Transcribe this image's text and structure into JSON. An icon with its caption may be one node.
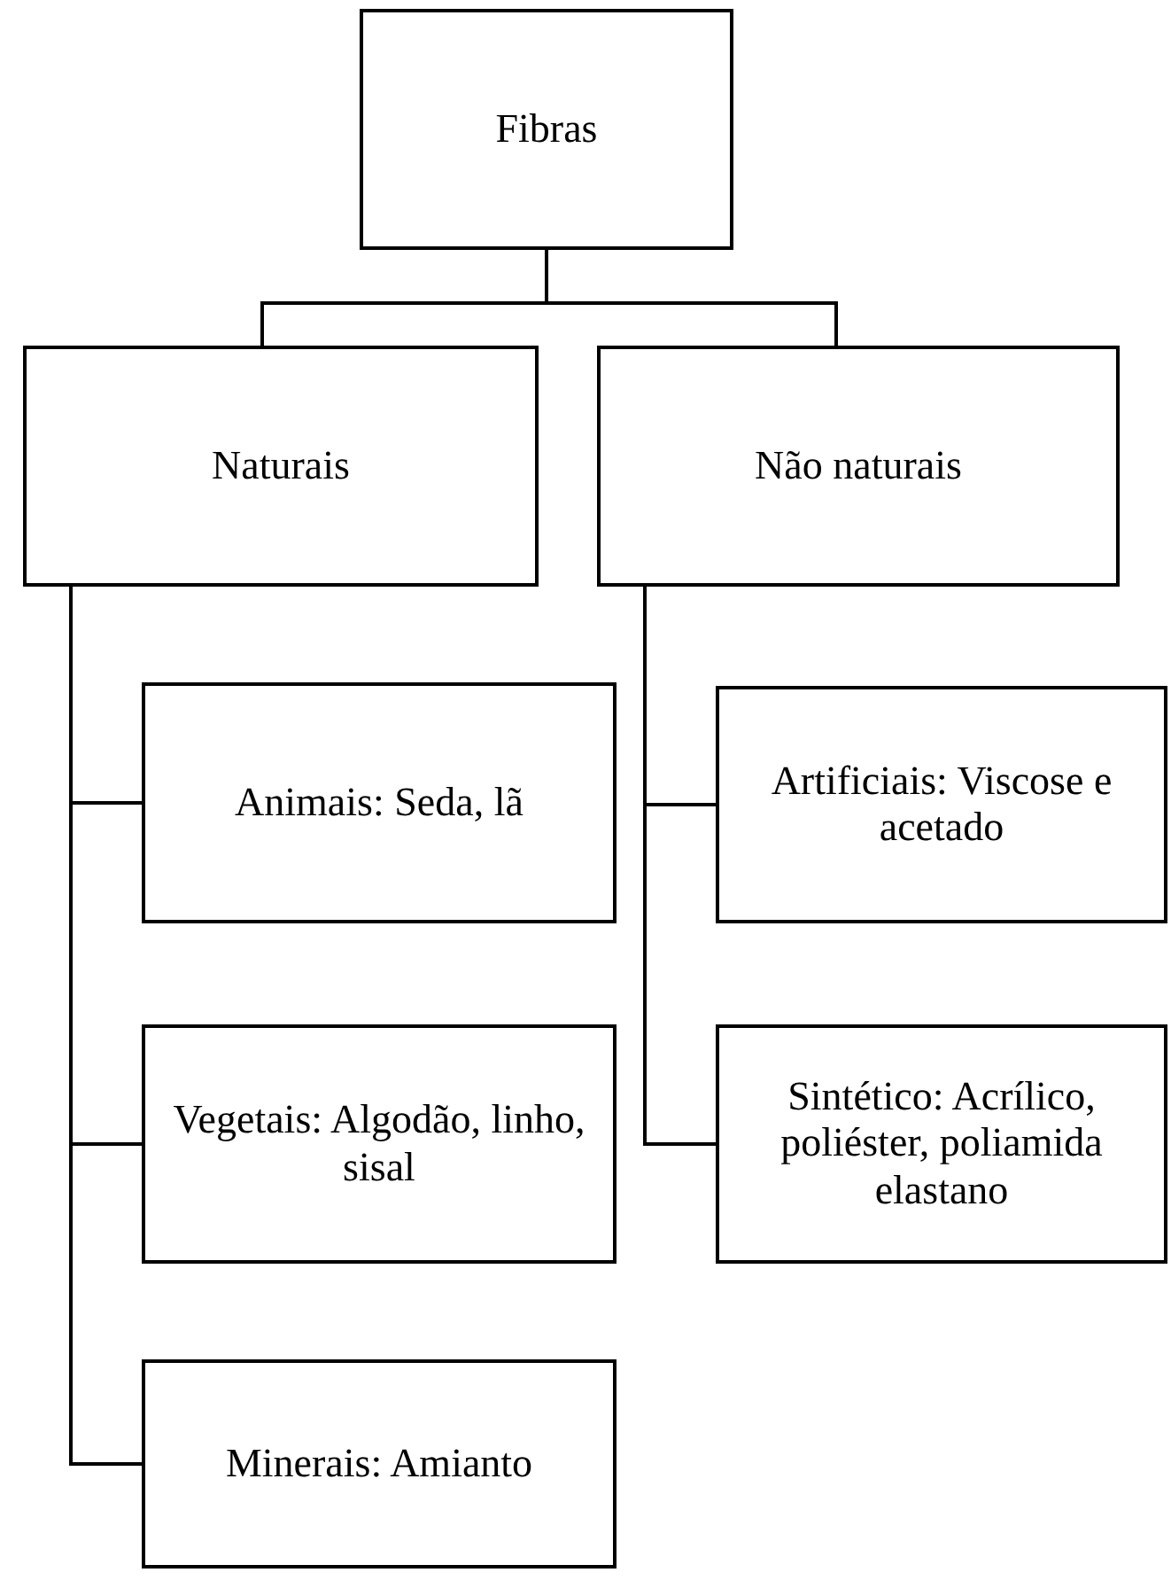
{
  "diagram": {
    "nodes": [
      {
        "text": [
          "Fibras"
        ]
      },
      {
        "text": [
          "Naturais"
        ]
      },
      {
        "text": [
          "Não naturais"
        ]
      },
      {
        "text": [
          "Animais: Seda, lã"
        ]
      },
      {
        "text": [
          "Vegetais: Algodão, linho, sisal"
        ]
      },
      {
        "text": [
          "Minerais: Amianto"
        ]
      },
      {
        "text": [
          "Artificiais: Viscose e acetado"
        ]
      },
      {
        "text": [
          "Sintético: Acrílico, poliéster, poliamida elastano"
        ]
      }
    ],
    "edges": [
      {
        "from": 0,
        "to": 1,
        "arrow": "none"
      },
      {
        "from": 0,
        "to": 2,
        "arrow": "none"
      },
      {
        "from": 1,
        "to": 3,
        "arrow": "none"
      },
      {
        "from": 1,
        "to": 4,
        "arrow": "none"
      },
      {
        "from": 1,
        "to": 5,
        "arrow": "none"
      },
      {
        "from": 2,
        "to": 6,
        "arrow": "none"
      },
      {
        "from": 2,
        "to": 7,
        "arrow": "none"
      }
    ]
  }
}
